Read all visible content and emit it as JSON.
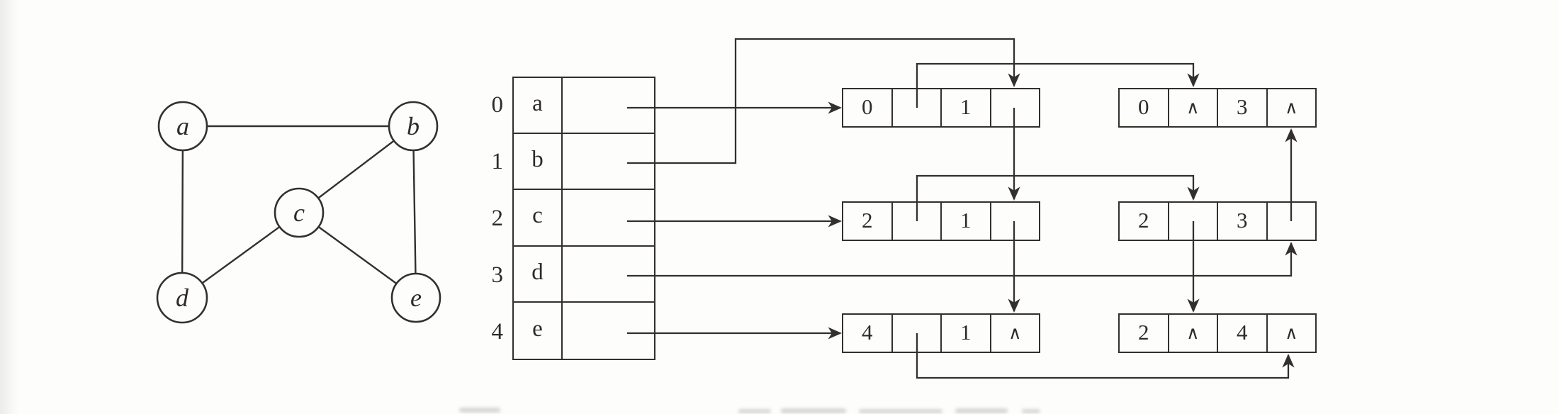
{
  "figure": {
    "type": "adjacency-multilist-of-undirected-graph",
    "ink_color": "#33302c",
    "background_color": "#fdfdfb"
  },
  "graph": {
    "vertices": [
      {
        "label": "a"
      },
      {
        "label": "b"
      },
      {
        "label": "c"
      },
      {
        "label": "d"
      },
      {
        "label": "e"
      }
    ],
    "edges": [
      [
        "a",
        "b"
      ],
      [
        "a",
        "d"
      ],
      [
        "b",
        "c"
      ],
      [
        "b",
        "e"
      ],
      [
        "c",
        "d"
      ],
      [
        "c",
        "e"
      ]
    ]
  },
  "head_array": {
    "rows": [
      {
        "index": "0",
        "vertex": "a"
      },
      {
        "index": "1",
        "vertex": "b"
      },
      {
        "index": "2",
        "vertex": "c"
      },
      {
        "index": "3",
        "vertex": "d"
      },
      {
        "index": "4",
        "vertex": "e"
      }
    ]
  },
  "edge_nodes": [
    {
      "name": "edge-node-0-1",
      "cells": [
        "0",
        "",
        "1",
        ""
      ]
    },
    {
      "name": "edge-node-0-3",
      "cells": [
        "0",
        "∧",
        "3",
        "∧"
      ]
    },
    {
      "name": "edge-node-2-1",
      "cells": [
        "2",
        "",
        "1",
        ""
      ]
    },
    {
      "name": "edge-node-2-3",
      "cells": [
        "2",
        "",
        "3",
        ""
      ]
    },
    {
      "name": "edge-node-4-1",
      "cells": [
        "4",
        "",
        "1",
        "∧"
      ]
    },
    {
      "name": "edge-node-2-4",
      "cells": [
        "2",
        "∧",
        "4",
        "∧"
      ]
    }
  ],
  "pointer_links": [
    "head a → node(0,1)",
    "head b → node(0,1) j-side",
    "head c → node(2,1)",
    "head d → node(2,3) j-side",
    "head e → node(4,1)",
    "node(0,1) i-link → node(0,3)",
    "node(0,1) j-link → node(2,1)",
    "node(2,1) i-link → node(2,3)",
    "node(2,1) j-link → node(4,1)",
    "node(2,3) i-link → node(2,4)",
    "node(2,3) j-link → node(0,3)",
    "node(4,1) i-link → node(2,4)"
  ]
}
